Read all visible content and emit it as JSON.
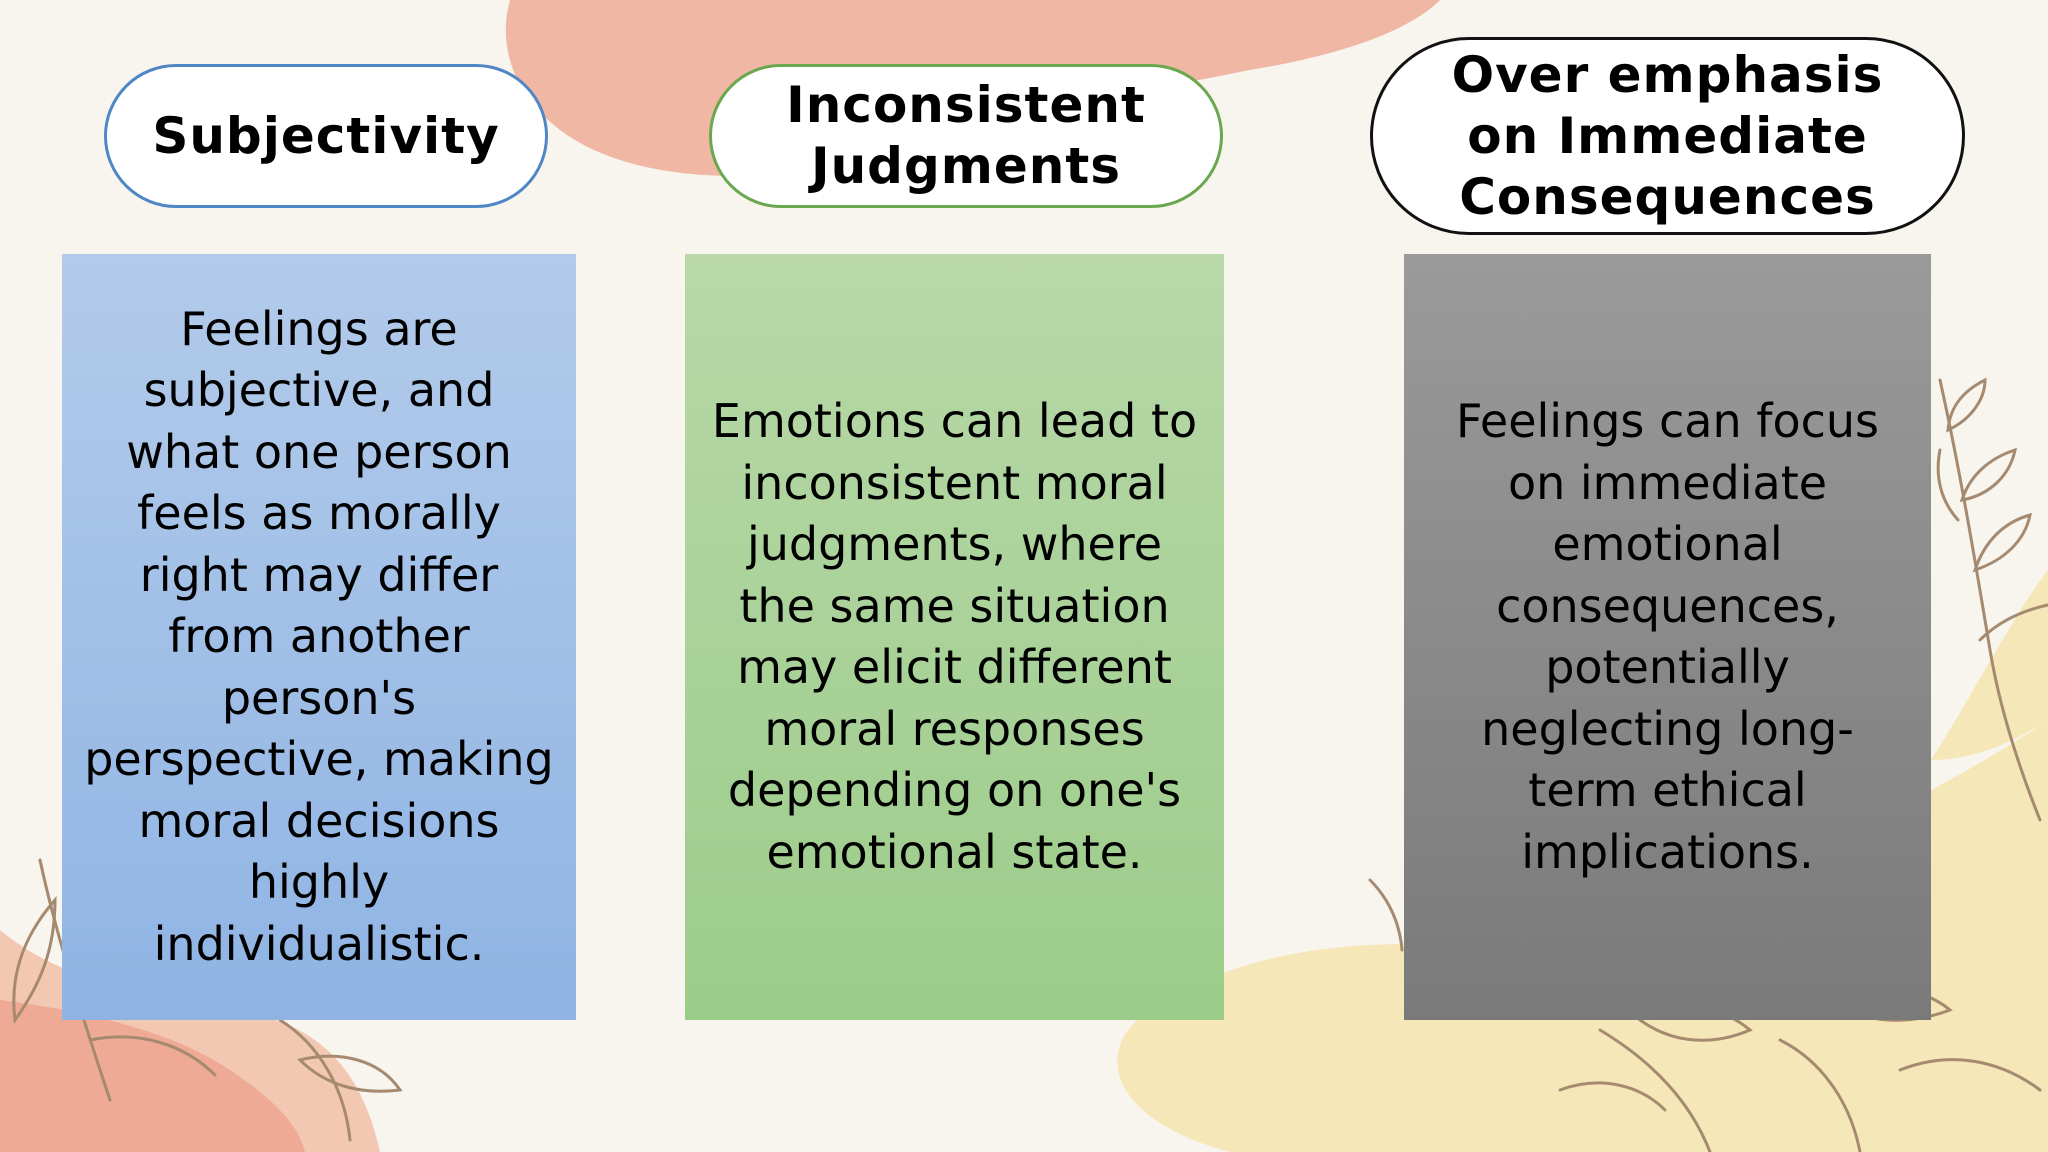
{
  "colors": {
    "background": "#f8f4ee",
    "blob_salmon": "#f0b7a4",
    "blob_yellow": "#f6e7b8",
    "blob_peach": "#f3c8b2",
    "leaf_stroke": "#a58a70",
    "pill_1_border": "#4f86c6",
    "pill_2_border": "#6aa84f",
    "pill_3_border": "#111111",
    "card_1": "#a8c3e8",
    "card_2": "#a9d29a",
    "card_3": "#898989"
  },
  "headings": [
    {
      "label": "Subjectivity"
    },
    {
      "label": "Inconsistent Judgments"
    },
    {
      "label": "Over emphasis on Immediate Consequences"
    }
  ],
  "cards": [
    {
      "text": "Feelings are subjective, and what one person feels as morally right may differ from another person's perspective, making moral decisions highly individualistic."
    },
    {
      "text": "Emotions can lead to inconsistent moral judgments, where the same situation may elicit different moral responses depending on one's emotional state."
    },
    {
      "text": "Feelings can focus on immediate emotional consequences, potentially neglecting long-term ethical implications."
    }
  ]
}
